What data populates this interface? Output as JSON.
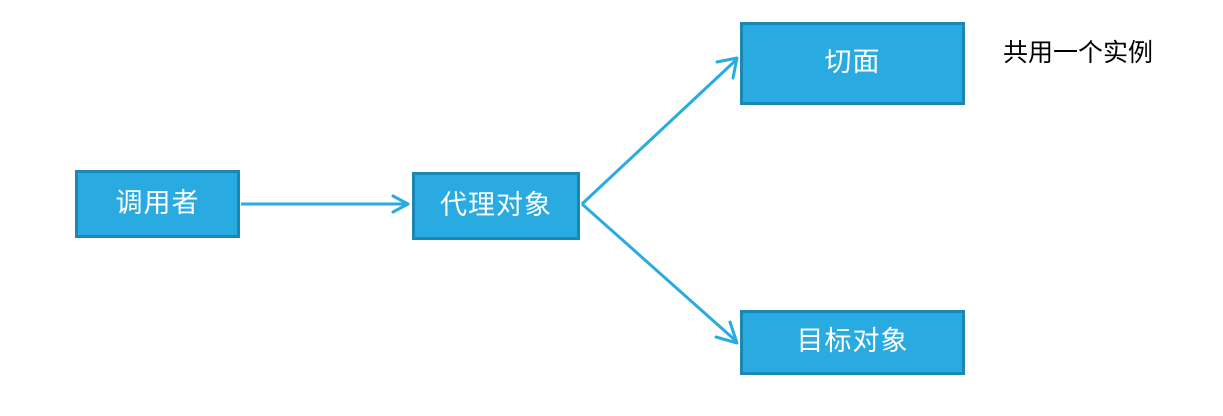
{
  "diagram": {
    "title": "Proxy object flow diagram",
    "colors": {
      "node_fill": "#29abe2",
      "node_border": "#1b87b5",
      "node_text": "#ffffff",
      "edge": "#29abe2",
      "note_text": "#000000",
      "background": "#ffffff"
    },
    "nodes": [
      {
        "id": "caller",
        "label": "调用者"
      },
      {
        "id": "proxy",
        "label": "代理对象"
      },
      {
        "id": "aspect",
        "label": "切面"
      },
      {
        "id": "target",
        "label": "目标对象"
      }
    ],
    "edges": [
      {
        "id": "caller-to-proxy",
        "from": "caller",
        "to": "proxy",
        "label": "",
        "style": "solid-arrow"
      },
      {
        "id": "proxy-to-aspect",
        "from": "proxy",
        "to": "aspect",
        "label": "",
        "style": "solid-arrow"
      },
      {
        "id": "proxy-to-target",
        "from": "proxy",
        "to": "target",
        "label": "",
        "style": "solid-arrow"
      }
    ],
    "annotations": [
      {
        "id": "shared-instance",
        "text": "共用一个实例"
      }
    ]
  }
}
